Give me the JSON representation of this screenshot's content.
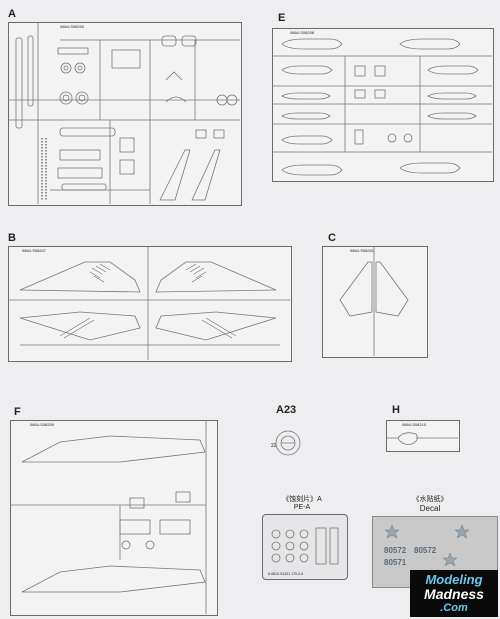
{
  "sprues": {
    "A": {
      "letter": "A",
      "code": "0864-S08200"
    },
    "B": {
      "letter": "B",
      "code": "0864-S08207"
    },
    "C": {
      "letter": "C",
      "code": "0864-S08201"
    },
    "E": {
      "letter": "E",
      "code": "0864-S08208"
    },
    "F": {
      "letter": "F",
      "code": "0864-S08209"
    },
    "H": {
      "letter": "H",
      "code": "0864-S08210"
    }
  },
  "a23": {
    "label": "A23",
    "part_number": "22"
  },
  "pe": {
    "title_cn": "《蚀刻片》A",
    "title": "PE-A",
    "code": "A 0810-S1201 170-0-6"
  },
  "decal": {
    "title_cn": "《水贴纸》",
    "title": "Decal",
    "serials": [
      "80572",
      "80572",
      "80571"
    ]
  },
  "logo": {
    "line1": "Modeling",
    "line2": "Madness",
    "line3": ".Com"
  },
  "colors": {
    "background": "#eeeef0",
    "line": "#6a6a6a",
    "decal_bg": "#c9c9c9",
    "logo_bg": "#0a0a0a",
    "logo_accent": "#6bc8ec"
  }
}
